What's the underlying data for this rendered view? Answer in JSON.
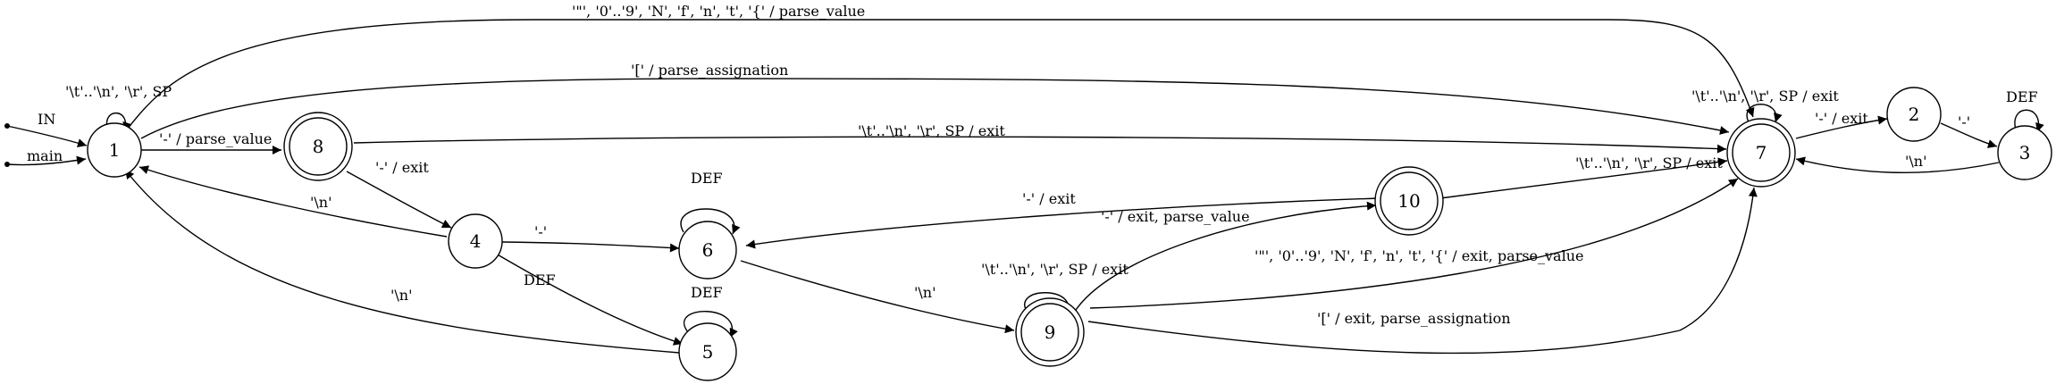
{
  "diagram": {
    "nodes": {
      "n1": "1",
      "n2": "2",
      "n3": "3",
      "n4": "4",
      "n5": "5",
      "n6": "6",
      "n7": "7",
      "n8": "8",
      "n9": "9",
      "n10": "10"
    },
    "accepting_states": [
      "7",
      "8",
      "9",
      "10"
    ],
    "edges": {
      "in_IN": "IN",
      "in_main": "main",
      "e1_loop": "'\\t'..'\\n', '\\r', SP",
      "e1_7_value": "'\"', '0'..'9', 'N', 'f', 'n', 't', '{' / parse_value",
      "e1_7_assign": "'[' / parse_assignation",
      "e1_8": "'-' / parse_value",
      "e8_7": "'\\t'..'\\n', '\\r', SP / exit",
      "e8_4": "'-' / exit",
      "e4_1": "'\\n'",
      "e4_6": "'-'",
      "e4_5": "DEF",
      "e5_1": "'\\n'",
      "e5_loop": "DEF",
      "e6_loop": "DEF",
      "e10_6": "'-' / exit",
      "e6_9": "'\\n'",
      "e9_loop": "'\\t'..'\\n', '\\r', SP / exit",
      "e9_10": "'-' / exit, parse_value",
      "e10_7": "'\\t'..'\\n', '\\r', SP / exit",
      "e9_7_value": "'\"', '0'..'9', 'N', 'f', 'n', 't', '{' / exit, parse_value",
      "e9_7_assign": "'[' / exit, parse_assignation",
      "e7_loop": "'\\t'..'\\n', '\\r', SP / exit",
      "e7_2": "'-' / exit",
      "e2_3": "'-'",
      "e3_loop": "DEF",
      "e3_7": "'\\n'"
    }
  }
}
